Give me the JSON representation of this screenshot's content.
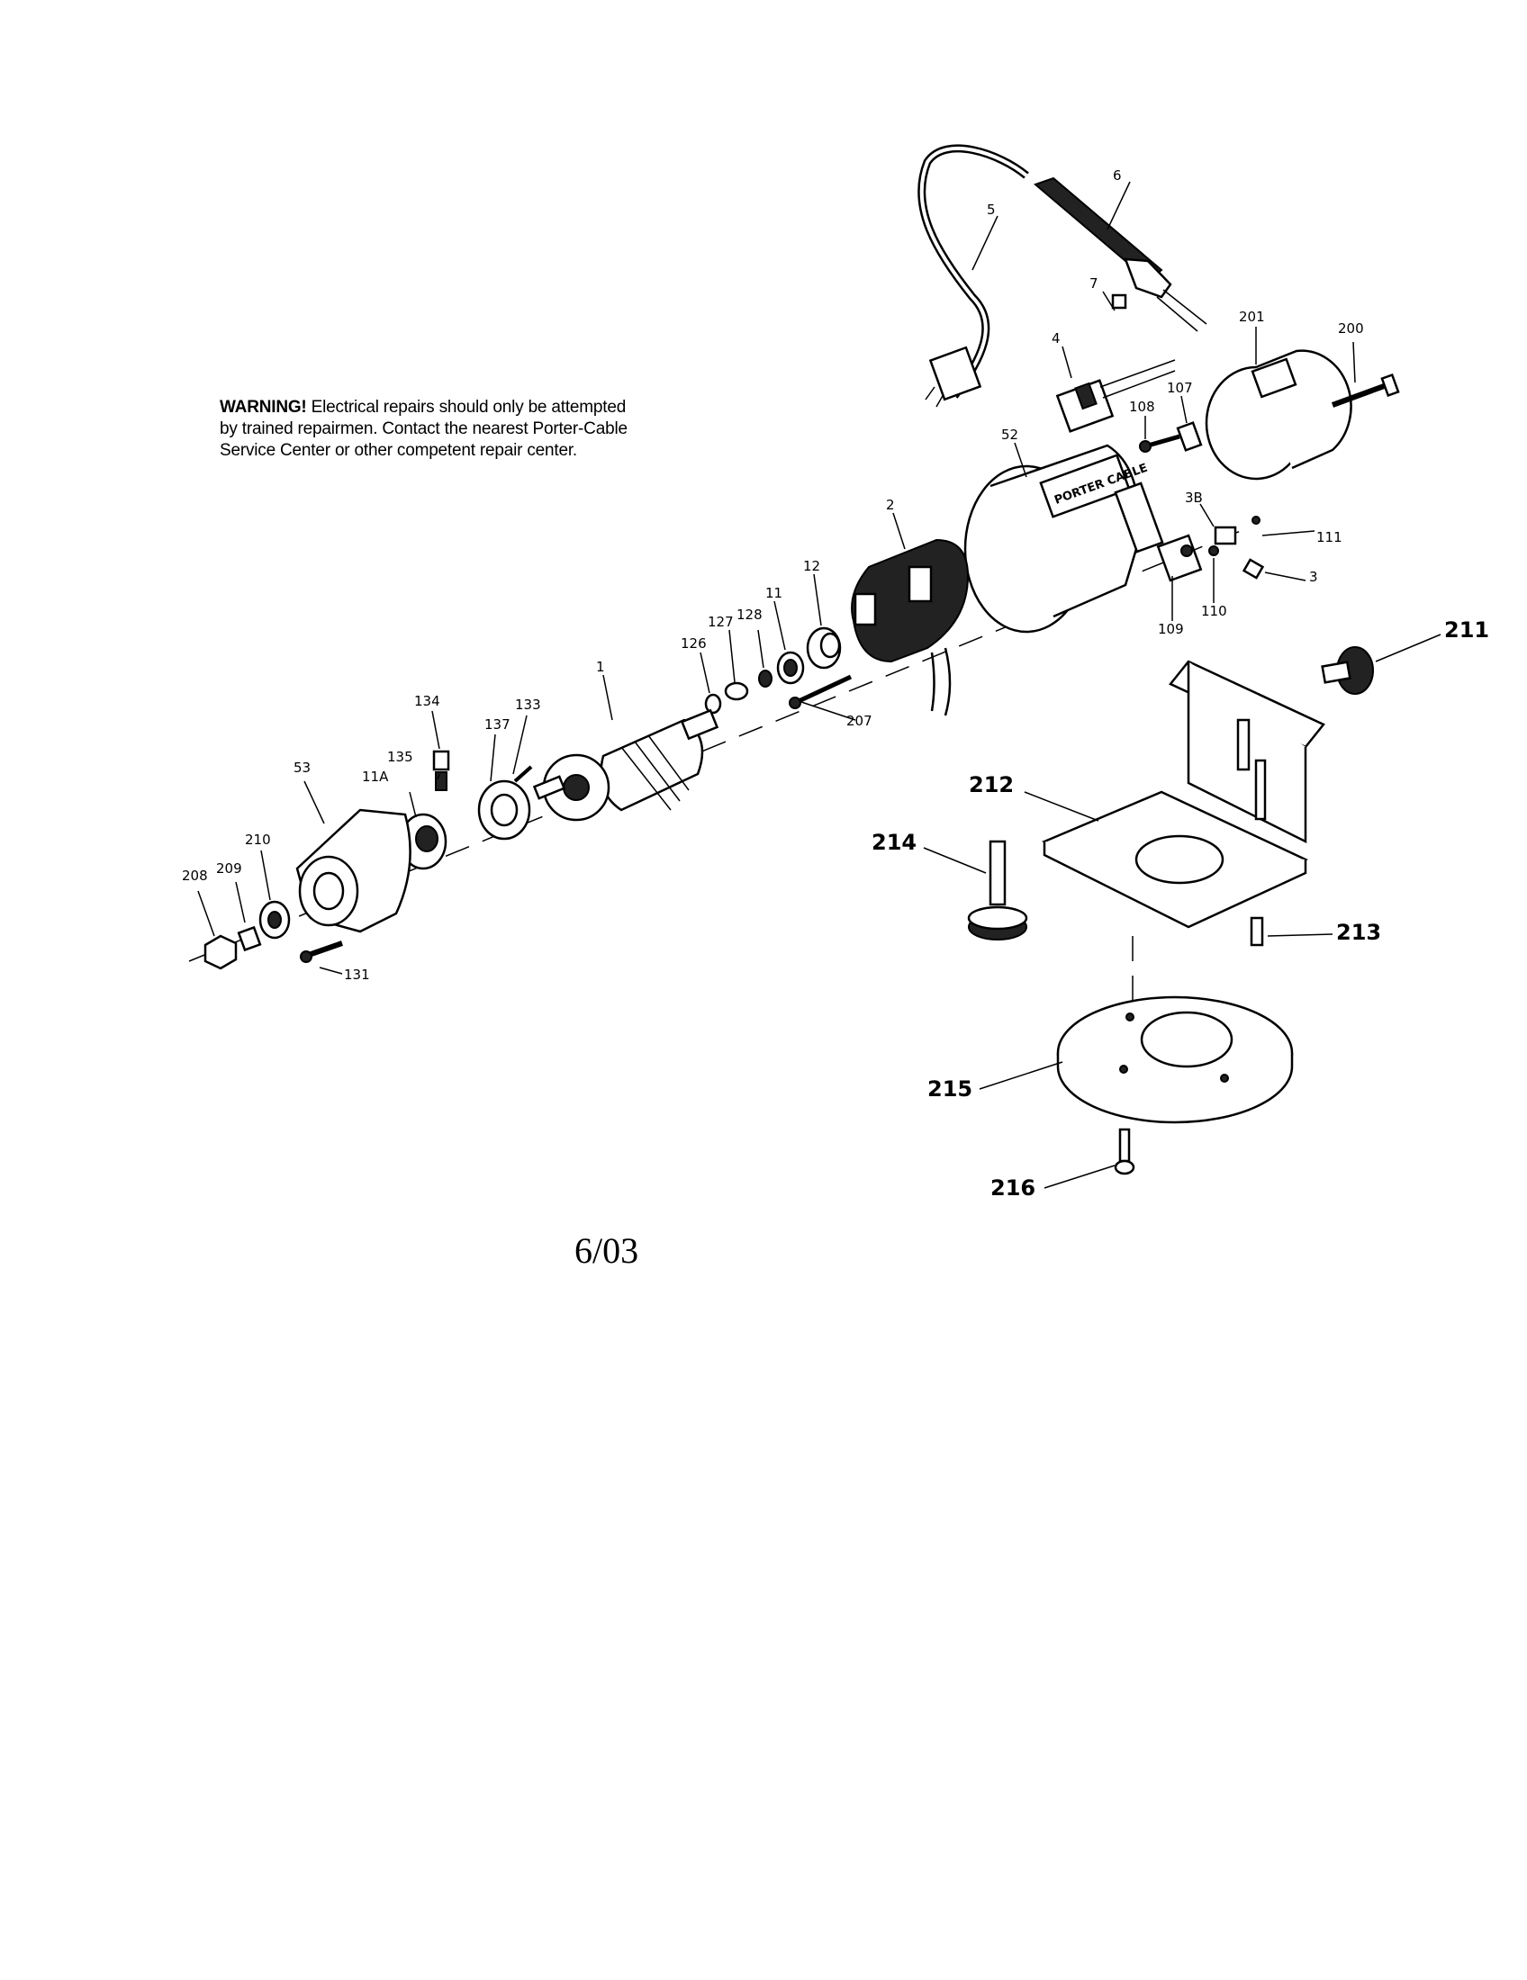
{
  "warning": {
    "heading": "WARNING!",
    "text": "Electrical repairs should only be attempted by trained repairmen. Contact the nearest Porter-Cable Service Center or other competent repair center."
  },
  "date_code": "6/03",
  "housing_brand": "PORTER CABLE",
  "part_labels": {
    "p1": "1",
    "p2": "2",
    "p3": "3",
    "p3b": "3B",
    "p4": "4",
    "p5": "5",
    "p6": "6",
    "p7": "7",
    "p11": "11",
    "p11a": "11A",
    "p12": "12",
    "p52": "52",
    "p53": "53",
    "p107": "107",
    "p108": "108",
    "p109": "109",
    "p110": "110",
    "p111": "111",
    "p126": "126",
    "p127": "127",
    "p128": "128",
    "p131": "131",
    "p133": "133",
    "p134": "134",
    "p135": "135",
    "p137": "137",
    "p200": "200",
    "p201": "201",
    "p207": "207",
    "p208": "208",
    "p209": "209",
    "p210": "210",
    "p211": "211",
    "p212": "212",
    "p213": "213",
    "p214": "214",
    "p215": "215",
    "p216": "216"
  }
}
